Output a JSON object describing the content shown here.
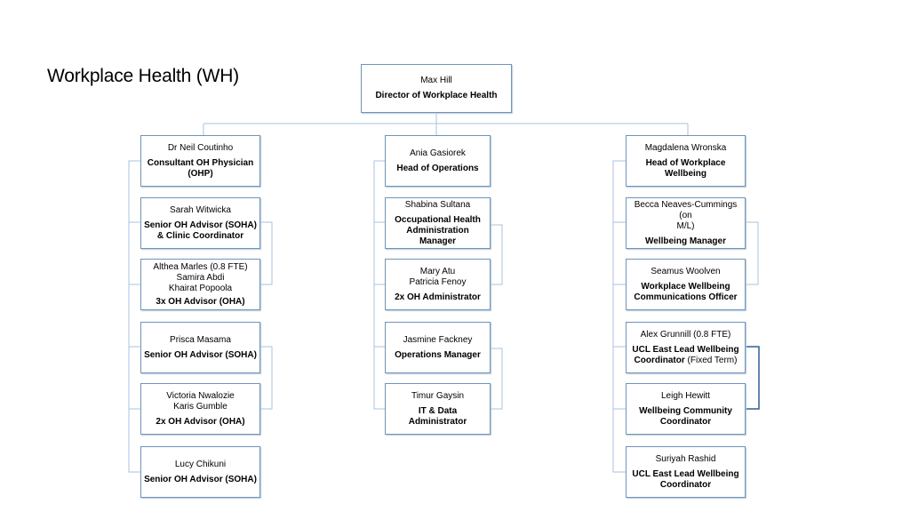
{
  "title": "Workplace Health (WH)",
  "colors": {
    "box_border": "#6f94b8",
    "connector": "#aac3dc"
  },
  "director": {
    "name": "Max Hill",
    "role": "Director of Workplace Health"
  },
  "left_column": [
    {
      "name": "Dr Neil Coutinho",
      "role": "Consultant OH Physician\n(OHP)"
    },
    {
      "name": "Sarah Witwicka",
      "role": "Senior OH Advisor (SOHA)\n& Clinic Coordinator"
    },
    {
      "name": "Althea Marles (0.8 FTE)\nSamira Abdi\nKhairat Popoola",
      "role": "3x OH Advisor (OHA)"
    },
    {
      "name": "Prisca Masama",
      "role": "Senior OH Advisor (SOHA)"
    },
    {
      "name": "Victoria Nwalozie\nKaris Gumble",
      "role": "2x OH Advisor (OHA)"
    },
    {
      "name": "Lucy Chikuni",
      "role": "Senior OH Advisor (SOHA)"
    }
  ],
  "middle_column": [
    {
      "name": "Ania Gasiorek",
      "role": "Head of Operations"
    },
    {
      "name": "Shabina Sultana",
      "role": "Occupational Health\nAdministration Manager"
    },
    {
      "name": "Mary Atu\nPatricia Fenoy",
      "role": "2x OH Administrator"
    },
    {
      "name": "Jasmine Fackney",
      "role": "Operations Manager"
    },
    {
      "name": "Timur Gaysin",
      "role": "IT & Data Administrator"
    }
  ],
  "right_column": [
    {
      "name": "Magdalena Wronska",
      "role": "Head of Workplace\nWellbeing"
    },
    {
      "name": "Becca Neaves-Cummings (on\nM/L)",
      "role": "Wellbeing Manager"
    },
    {
      "name": "Seamus Woolven",
      "role": "Workplace Wellbeing\nCommunications Officer"
    },
    {
      "name": "Alex Grunnill (0.8 FTE)",
      "role": "UCL East Lead Wellbeing\nCoordinator",
      "role_note": " (Fixed Term)"
    },
    {
      "name": "Leigh Hewitt",
      "role": "Wellbeing Community\nCoordinator"
    },
    {
      "name": "Suriyah Rashid",
      "role": "UCL East Lead Wellbeing\nCoordinator"
    }
  ]
}
